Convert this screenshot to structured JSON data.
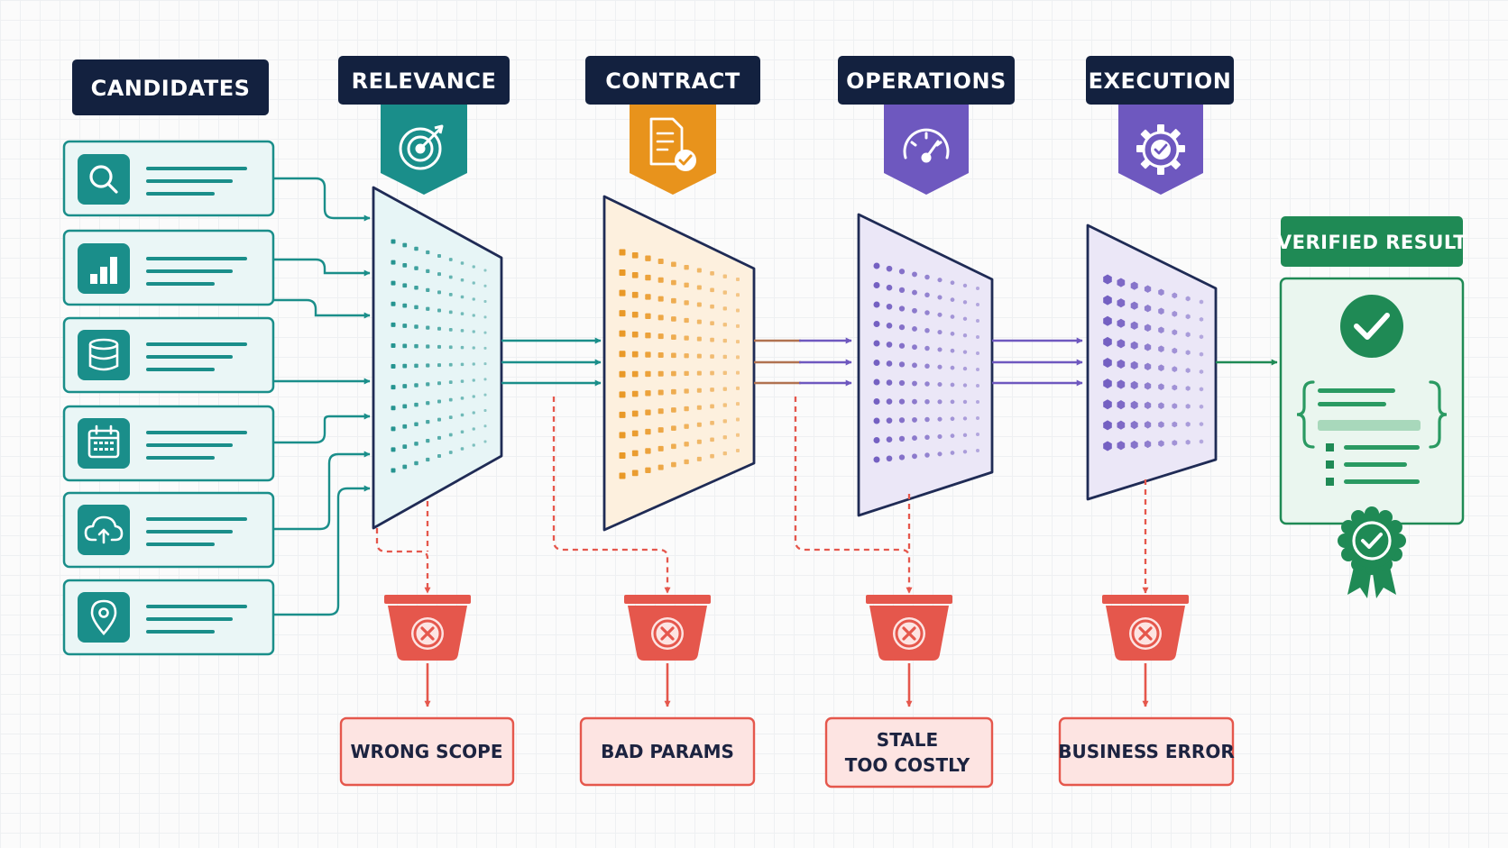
{
  "candidates": {
    "title": "CANDIDATES",
    "items": [
      {
        "icon": "search-icon"
      },
      {
        "icon": "bar-chart-icon"
      },
      {
        "icon": "database-icon"
      },
      {
        "icon": "calendar-icon"
      },
      {
        "icon": "cloud-upload-icon"
      },
      {
        "icon": "map-pin-icon"
      }
    ]
  },
  "stages": [
    {
      "id": "relevance",
      "title": "RELEVANCE",
      "icon": "target-icon",
      "color": "#1a8e8a",
      "rejection": {
        "lines": [
          "WRONG SCOPE"
        ]
      }
    },
    {
      "id": "contract",
      "title": "CONTRACT",
      "icon": "document-check-icon",
      "color": "#e8931c",
      "rejection": {
        "lines": [
          "BAD PARAMS"
        ]
      }
    },
    {
      "id": "operations",
      "title": "OPERATIONS",
      "icon": "gauge-icon",
      "color": "#6e58bf",
      "rejection": {
        "lines": [
          "STALE",
          "TOO COSTLY"
        ]
      }
    },
    {
      "id": "execution",
      "title": "EXECUTION",
      "icon": "gear-check-icon",
      "color": "#6e58bf",
      "rejection": {
        "lines": [
          "BUSINESS ERROR"
        ]
      }
    }
  ],
  "result": {
    "title": "VERIFIED RESULT",
    "icons": [
      "check-circle-icon",
      "verified-ribbon-icon"
    ]
  },
  "colors": {
    "navy": "#13213f",
    "teal": "#1a8e8a",
    "orange": "#e8931c",
    "purple": "#6e58bf",
    "red": "#e5574c",
    "green": "#1f8a55"
  }
}
